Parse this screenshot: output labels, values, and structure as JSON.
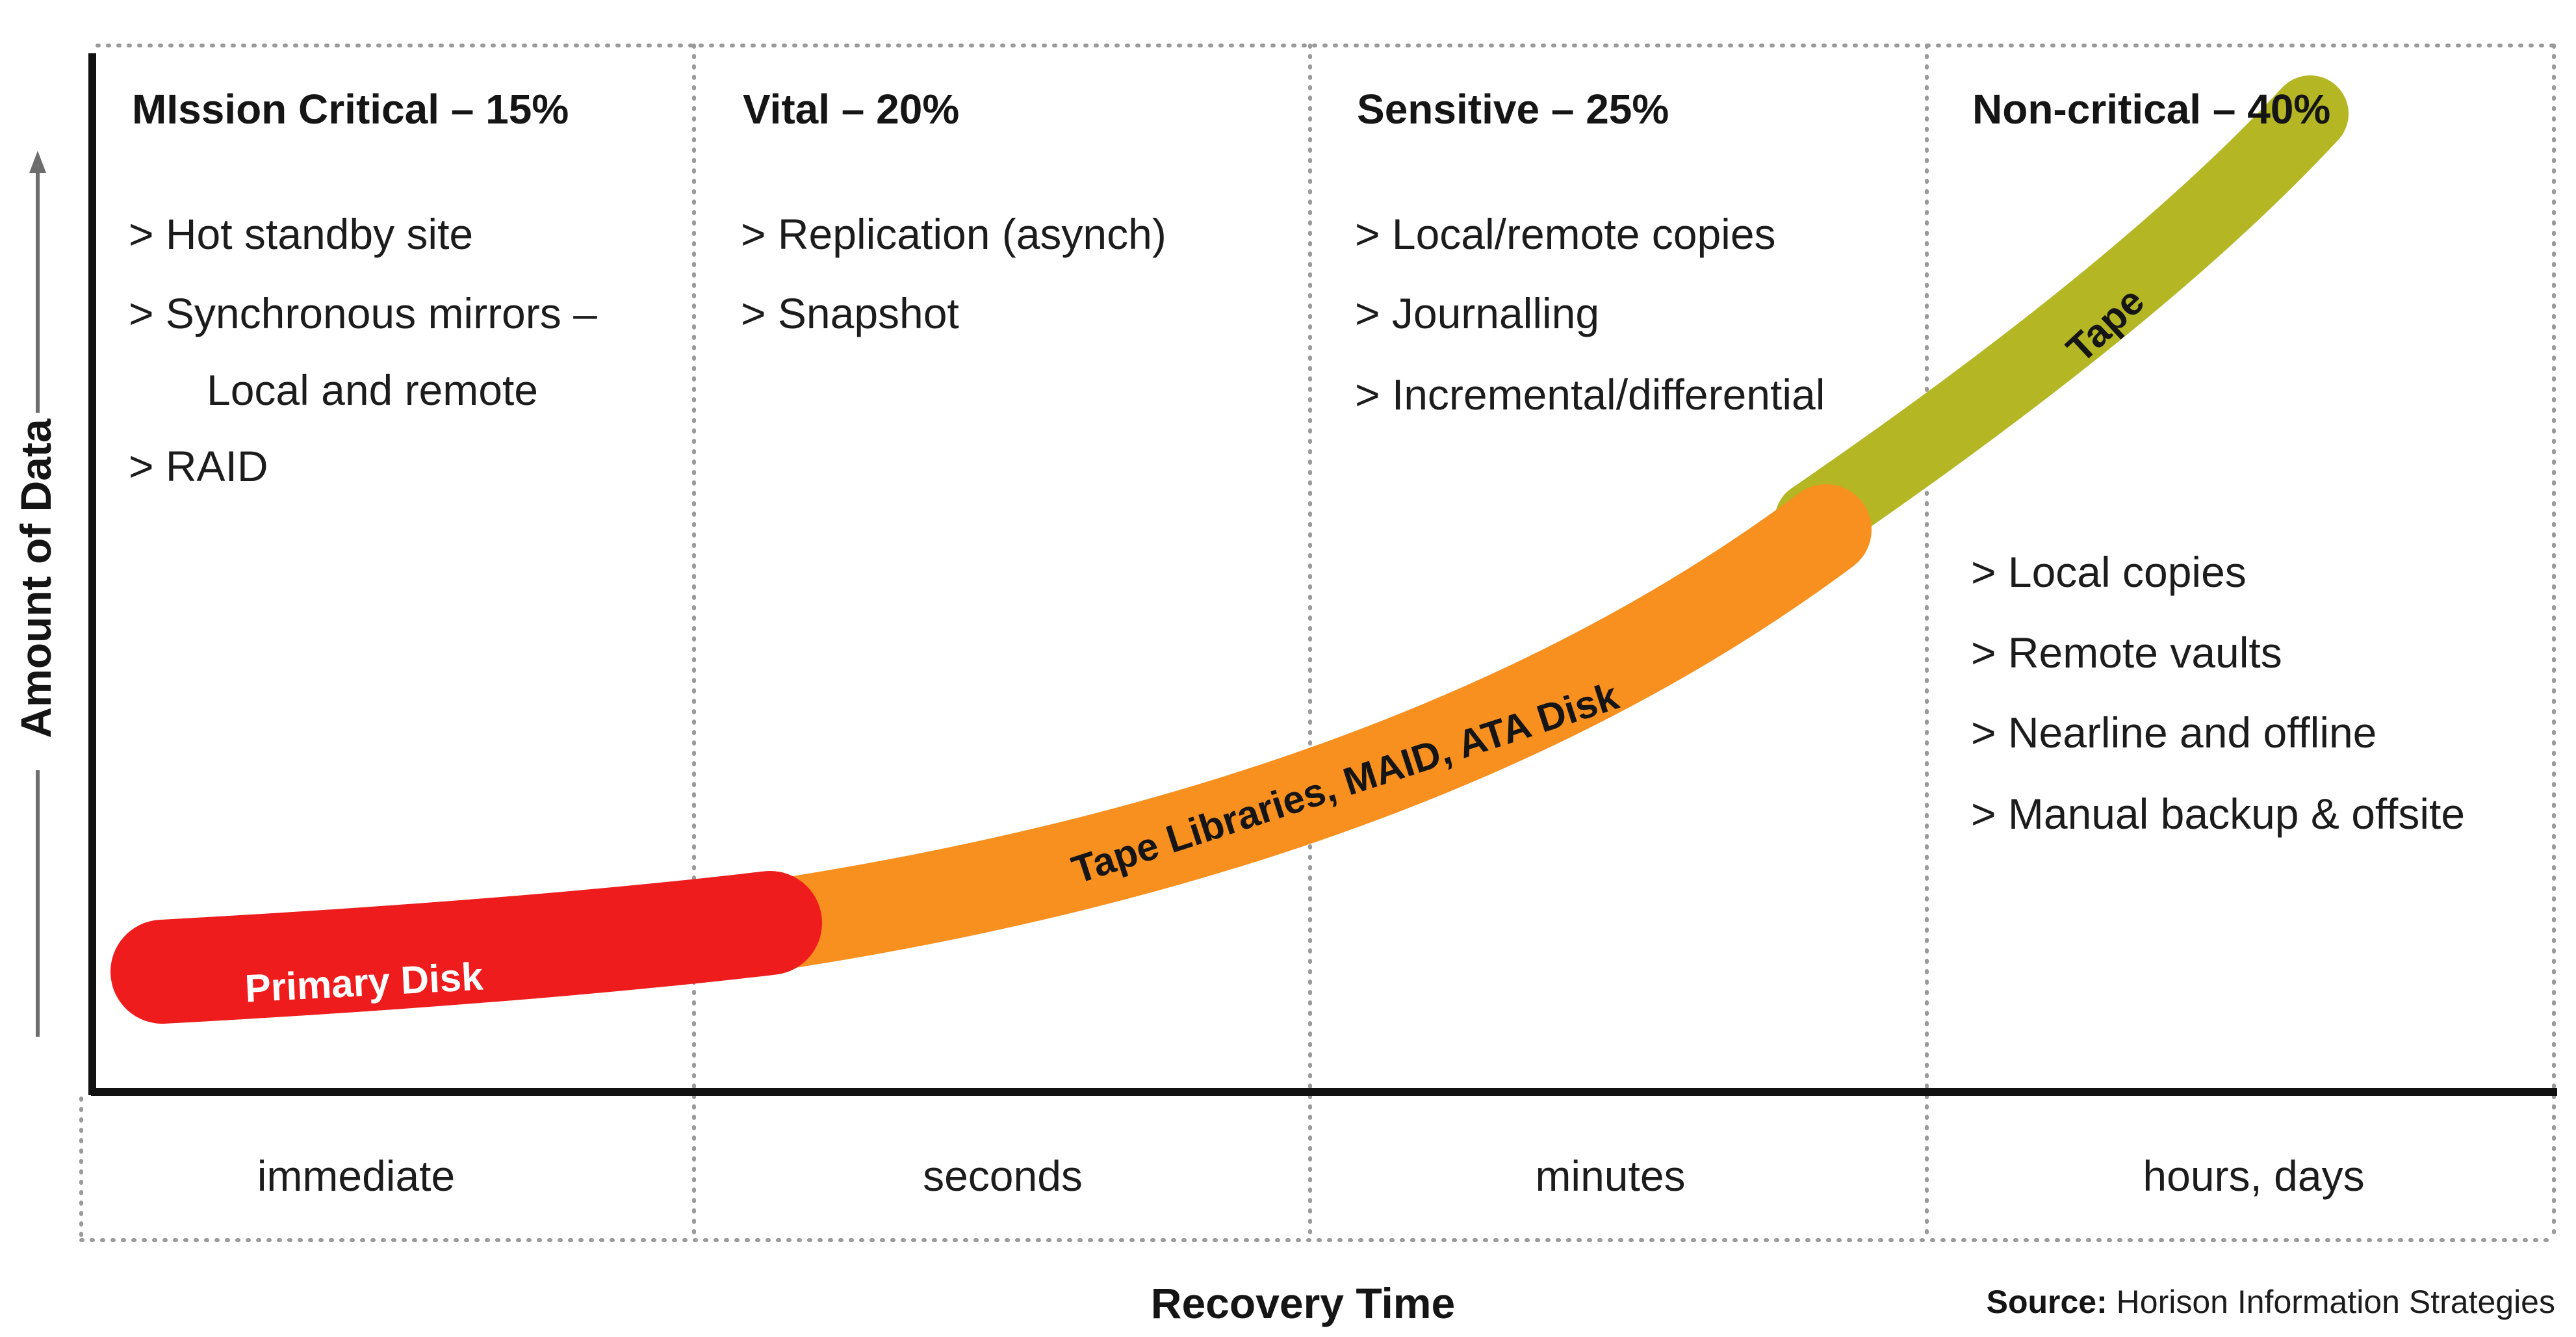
{
  "tiers": [
    {
      "title": "MIssion Critical – 15%",
      "items": [
        "> Hot standby site",
        "> Synchronous mirrors –",
        "Local and remote",
        "> RAID"
      ]
    },
    {
      "title": "Vital – 20%",
      "items": [
        "> Replication (asynch)",
        "> Snapshot"
      ]
    },
    {
      "title": "Sensitive – 25%",
      "items": [
        "> Local/remote copies",
        "> Journalling",
        "> Incremental/differential"
      ]
    },
    {
      "title": "Non-critical – 40%",
      "items": [
        "> Local copies",
        "> Remote vaults",
        "> Nearline and offline",
        "> Manual backup & offsite"
      ]
    }
  ],
  "recovery_times": [
    "immediate",
    "seconds",
    "minutes",
    "hours, days"
  ],
  "axes": {
    "x_title": "Recovery Time",
    "y_title": "Amount of Data"
  },
  "bands": {
    "primary_disk": "Primary Disk",
    "tape_libraries": "Tape Libraries, MAID, ATA Disk",
    "tape": "Tape"
  },
  "source": {
    "label": "Source",
    "separator": ":",
    "text": " Horison Information Strategies"
  },
  "colors": {
    "primary_disk": "#ee1c1c",
    "tape_libraries": "#f7901e",
    "tape": "#b4b624",
    "axis": "#111111",
    "grid": "#9a9a9a",
    "arrow": "#6d6d6d"
  }
}
